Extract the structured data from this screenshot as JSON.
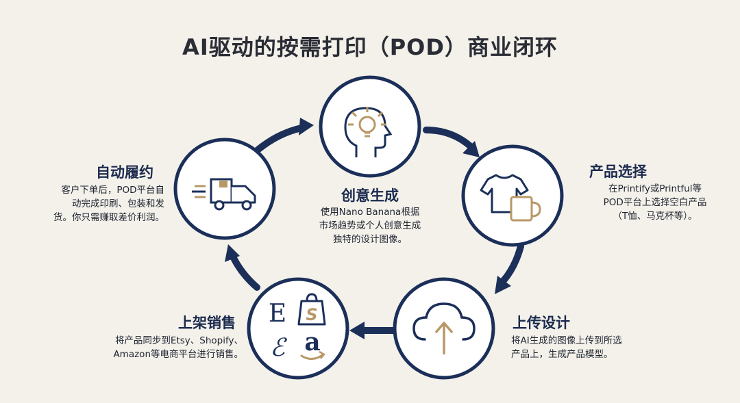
{
  "title": "AI驱动的按需打印（POD）商业闭环",
  "colors": {
    "navy": "#1b2f59",
    "gold": "#b89866",
    "background": "#f3f1ea"
  },
  "center": {
    "heading": "创意生成",
    "lines": [
      "使用Nano Banana根据",
      "市场趋势或个人创意生成",
      "独特的设计图像。"
    ]
  },
  "steps": {
    "product_selection": {
      "heading": "产品选择",
      "lines": [
        "在Printify或Printful等",
        "POD平台上选择空白产品",
        "（T恤、马克杯等）。"
      ]
    },
    "upload_design": {
      "heading": "上传设计",
      "lines": [
        "将AI生成的图像上传到所选",
        "产品上，生成产品模型。"
      ]
    },
    "listing_sales": {
      "heading": "上架销售",
      "lines": [
        "将产品同步到Etsy、Shopify、",
        "Amazon等电商平台进行销售。"
      ]
    },
    "auto_fulfillment": {
      "heading": "自动履约",
      "lines": [
        "客户下单后，POD平台自",
        "动完成印刷、包装和发",
        "货。你只需赚取差价利润。"
      ]
    }
  },
  "icons": {
    "idea": "head-lightbulb-icon",
    "product": "tshirt-mug-icon",
    "upload": "cloud-upload-icon",
    "marketplaces": "marketplace-logos-icon",
    "delivery": "delivery-truck-icon"
  },
  "marketplace_glyphs": {
    "etsy": "E",
    "shopify": "S",
    "ebay": "ℰ",
    "amazon": "a"
  }
}
